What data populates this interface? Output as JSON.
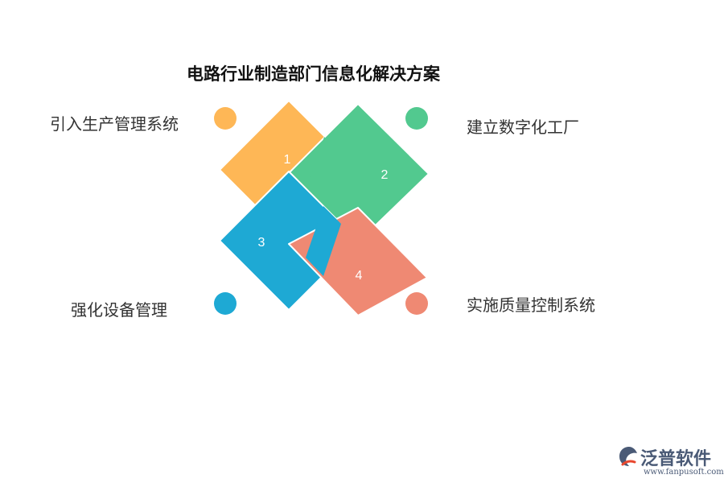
{
  "title": "电路行业制造部门信息化解决方案",
  "items": [
    {
      "number": "1",
      "label": "引入生产管理系统",
      "color": "#FEB756"
    },
    {
      "number": "2",
      "label": "建立数字化工厂",
      "color": "#52C98F"
    },
    {
      "number": "3",
      "label": "强化设备管理",
      "color": "#1EA9D4"
    },
    {
      "number": "4",
      "label": "实施质量控制系统",
      "color": "#EF8973"
    }
  ],
  "logo": {
    "name": "泛普软件",
    "url": "www.fanpusoft.com",
    "icon": "fanpu-logo-icon"
  }
}
